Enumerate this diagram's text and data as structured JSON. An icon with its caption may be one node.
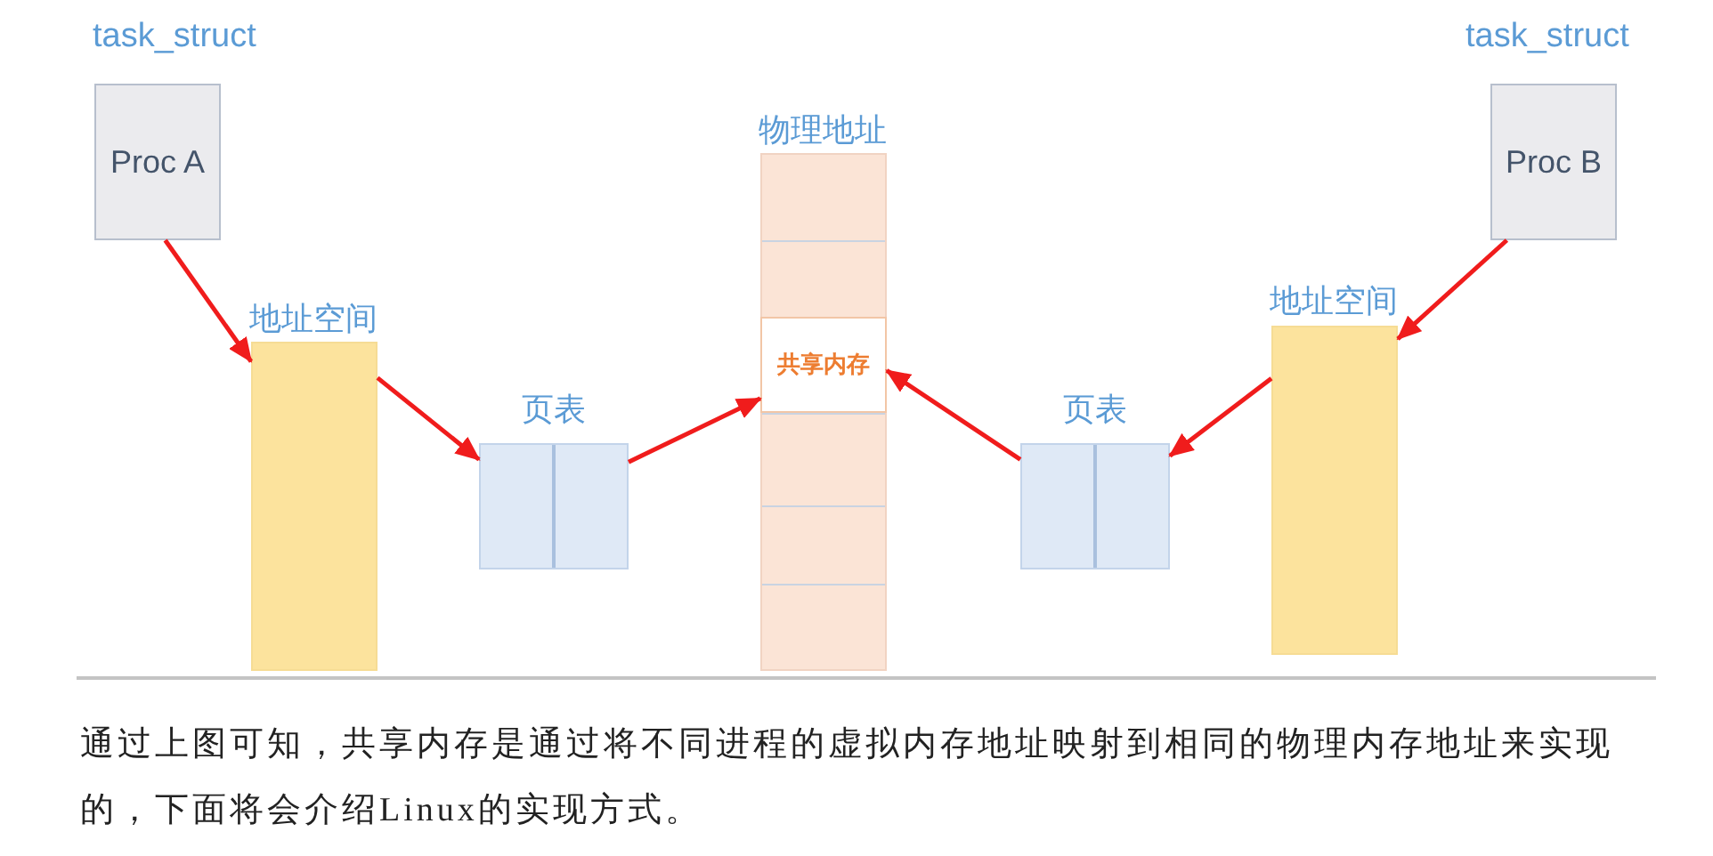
{
  "diagram": {
    "nodes": [
      {
        "text": [
          "task_struct",
          "Proc A"
        ]
      },
      {
        "text": [
          "地址空间"
        ]
      },
      {
        "text": [
          "页表"
        ]
      },
      {
        "text": [
          "物理地址"
        ]
      },
      {
        "text": [
          "共享内存"
        ],
        "in": 3
      },
      {
        "text": [
          "页表"
        ]
      },
      {
        "text": [
          "地址空间"
        ]
      },
      {
        "text": [
          "task_struct",
          "Proc B"
        ]
      }
    ],
    "edges": [
      {
        "from": 0,
        "to": 1,
        "arrow": "to"
      },
      {
        "from": 1,
        "to": 2,
        "arrow": "to"
      },
      {
        "from": 2,
        "to": 4,
        "arrow": "to"
      },
      {
        "from": 7,
        "to": 6,
        "arrow": "to"
      },
      {
        "from": 6,
        "to": 5,
        "arrow": "to"
      },
      {
        "from": 5,
        "to": 4,
        "arrow": "to"
      }
    ],
    "caption": "通过上图可知，共享内存是通过将不同进程的虚拟内存地址映射到相同的物理内存地址来实现的，下面将会介绍Linux的实现方式。"
  }
}
